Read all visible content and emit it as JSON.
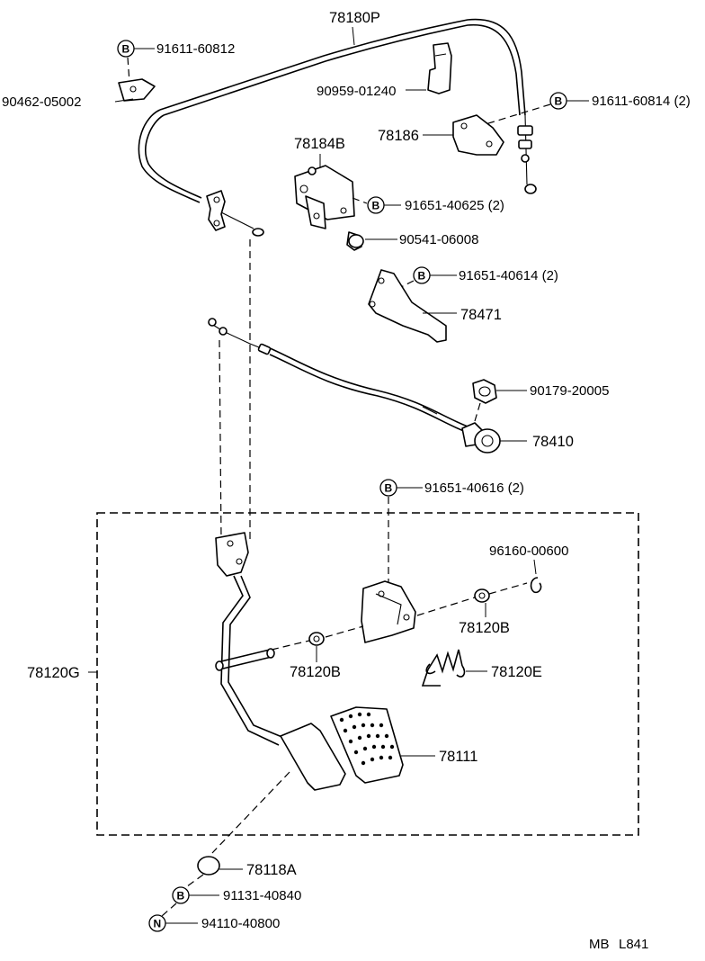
{
  "parts": {
    "cable_assy": "78180P",
    "bolt_top_left": "91611-60812",
    "bracket_top_left": "90462-05002",
    "clip_top": "90959-01240",
    "bolt_right": "91611-60814 (2)",
    "bracket_right": "78186",
    "bracket_center": "78184B",
    "bolt_center": "91651-40625 (2)",
    "grommet": "90541-06008",
    "bolt_support": "91651-40614 (2)",
    "support": "78471",
    "nut_knob": "90179-20005",
    "hand_knob": "78410",
    "bolt_pedal_bracket": "91651-40616 (2)",
    "clip_pedal": "96160-00600",
    "bushing_right": "78120B",
    "bushing_left": "78120B",
    "pedal_assy": "78120G",
    "spring": "78120E",
    "pedal_pad": "78111",
    "stopper": "78118A",
    "bolt_stopper": "91131-40840",
    "nut_stopper": "94110-40800"
  },
  "badges": {
    "b": "B",
    "n": "N"
  },
  "footer": {
    "code": "MB",
    "ref": "L841"
  }
}
